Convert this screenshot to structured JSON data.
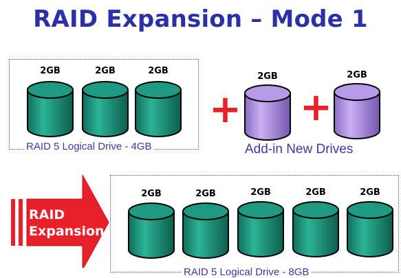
{
  "title": "RAID Expansion – Mode 1",
  "top_group": {
    "label": "RAID 5 Logical Drive - 4GB",
    "drives": [
      "2GB",
      "2GB",
      "2GB"
    ]
  },
  "new_drives": {
    "label": "Add-in New Drives",
    "drives": [
      "2GB",
      "2GB"
    ]
  },
  "arrow_label": [
    "RAID",
    "Expansion"
  ],
  "bottom_group": {
    "label": "RAID 5 Logical Drive - 8GB",
    "drives": [
      "2GB",
      "2GB",
      "2GB",
      "2GB",
      "2GB"
    ]
  },
  "colors": {
    "title": "#2c30a8",
    "existing_drive": "#1f9a82",
    "new_drive": "#b79be8",
    "plus": "#e8202a",
    "arrow": "#e8202a"
  }
}
